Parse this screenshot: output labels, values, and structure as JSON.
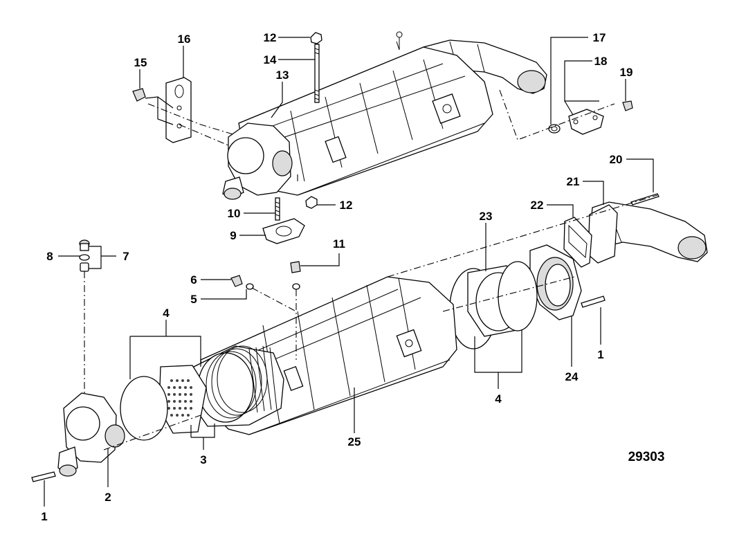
{
  "diagram": {
    "reference_number": "29303",
    "callouts": [
      {
        "id": "c16",
        "label": "16"
      },
      {
        "id": "c15",
        "label": "15"
      },
      {
        "id": "c12a",
        "label": "12"
      },
      {
        "id": "c14",
        "label": "14"
      },
      {
        "id": "c13",
        "label": "13"
      },
      {
        "id": "c17",
        "label": "17"
      },
      {
        "id": "c18",
        "label": "18"
      },
      {
        "id": "c19",
        "label": "19"
      },
      {
        "id": "c20",
        "label": "20"
      },
      {
        "id": "c21",
        "label": "21"
      },
      {
        "id": "c22",
        "label": "22"
      },
      {
        "id": "c10",
        "label": "10"
      },
      {
        "id": "c12b",
        "label": "12"
      },
      {
        "id": "c9",
        "label": "9"
      },
      {
        "id": "c23",
        "label": "23"
      },
      {
        "id": "c11",
        "label": "11"
      },
      {
        "id": "c8",
        "label": "8"
      },
      {
        "id": "c7",
        "label": "7"
      },
      {
        "id": "c6",
        "label": "6"
      },
      {
        "id": "c5",
        "label": "5"
      },
      {
        "id": "c4a",
        "label": "4"
      },
      {
        "id": "c1a",
        "label": "1"
      },
      {
        "id": "c24",
        "label": "24"
      },
      {
        "id": "c4b",
        "label": "4"
      },
      {
        "id": "c25",
        "label": "25"
      },
      {
        "id": "c3",
        "label": "3"
      },
      {
        "id": "c2",
        "label": "2"
      },
      {
        "id": "c1b",
        "label": "1"
      }
    ]
  }
}
